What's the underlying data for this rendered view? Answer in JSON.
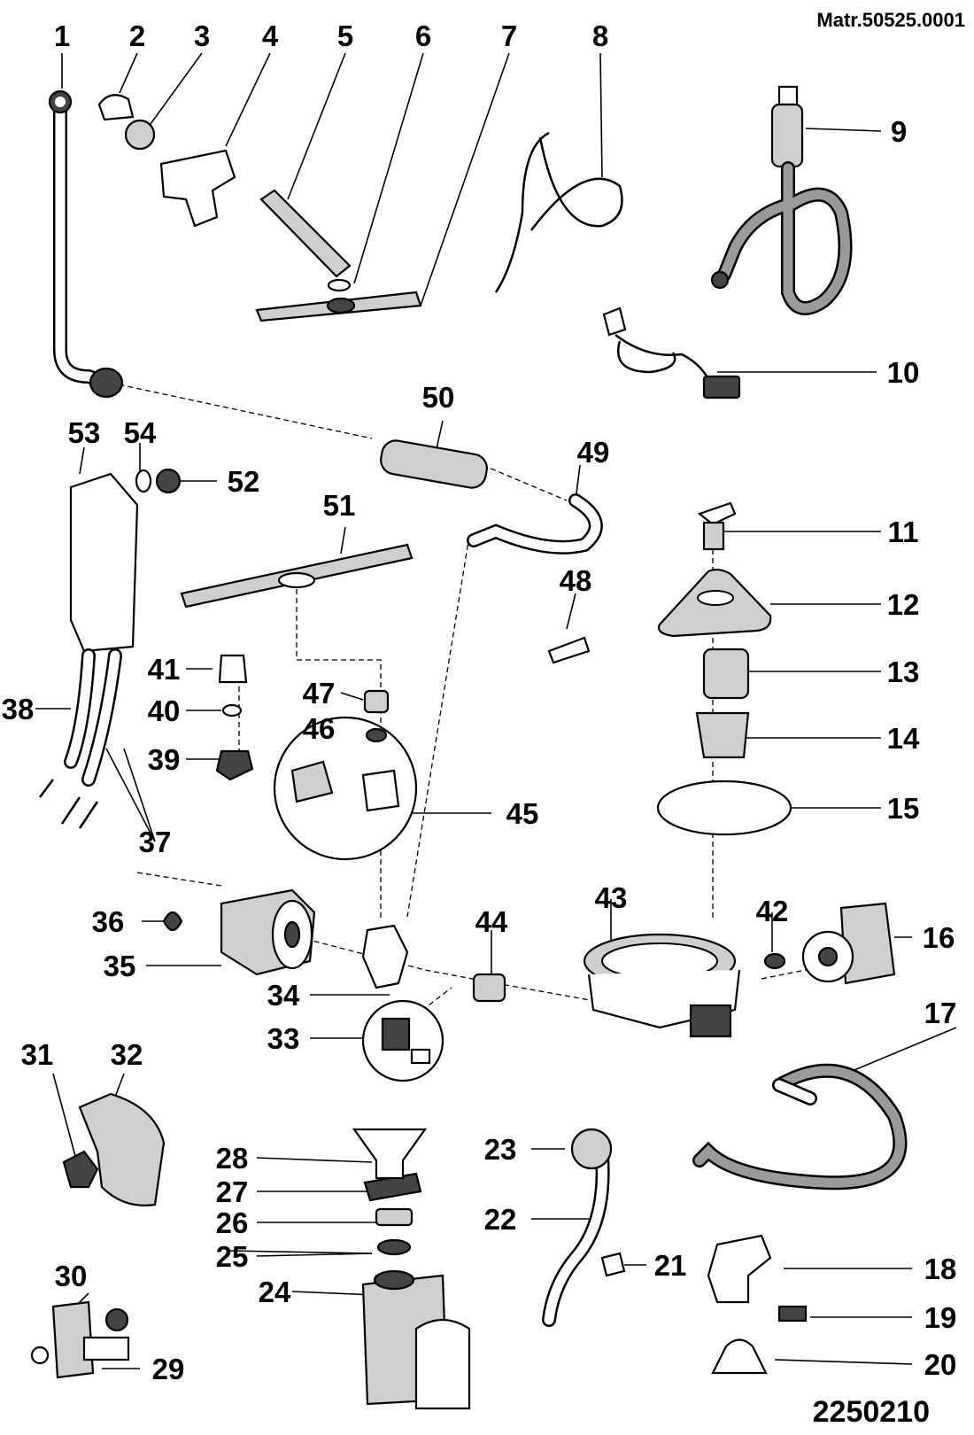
{
  "header": {
    "material_code": "Matr.50525.0001"
  },
  "footer": {
    "drawing_number": "2250210"
  },
  "colors": {
    "line": "#000000",
    "background": "#ffffff",
    "shade": "#cfcfcf"
  },
  "callouts": [
    "1",
    "2",
    "3",
    "4",
    "5",
    "6",
    "7",
    "8",
    "9",
    "10",
    "11",
    "12",
    "13",
    "14",
    "15",
    "16",
    "17",
    "18",
    "19",
    "20",
    "21",
    "22",
    "23",
    "24",
    "25",
    "26",
    "27",
    "28",
    "29",
    "30",
    "31",
    "32",
    "33",
    "34",
    "35",
    "36",
    "37",
    "38",
    "39",
    "40",
    "41",
    "42",
    "43",
    "44",
    "45",
    "46",
    "47",
    "48",
    "49",
    "50",
    "51",
    "52",
    "53",
    "54"
  ]
}
